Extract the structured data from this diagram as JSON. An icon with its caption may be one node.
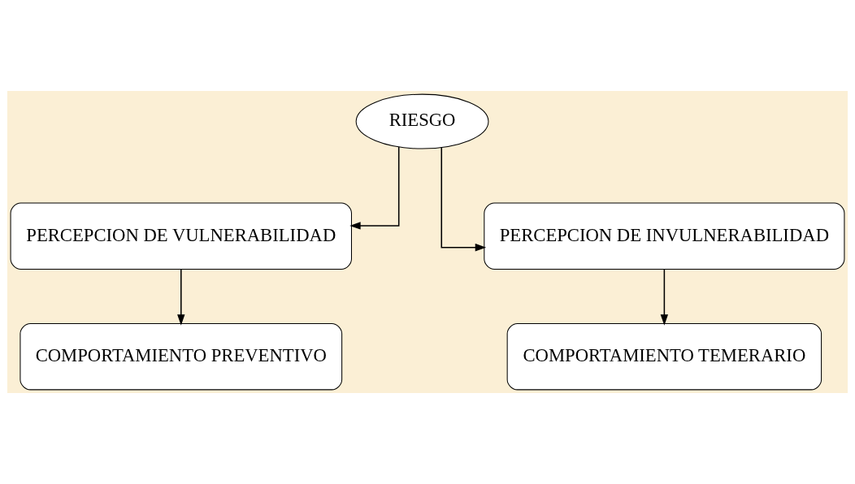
{
  "diagram": {
    "nodes": [
      {
        "text": [
          "RIESGO"
        ]
      },
      {
        "text": [
          "PERCEPCION DE VULNERABILIDAD"
        ]
      },
      {
        "text": [
          "PERCEPCION DE INVULNERABILIDAD"
        ]
      },
      {
        "text": [
          "COMPORTAMIENTO PREVENTIVO"
        ]
      },
      {
        "text": [
          "COMPORTAMIENTO TEMERARIO"
        ]
      }
    ],
    "edges": [
      {
        "from": 0,
        "to": 1,
        "arrow": "to"
      },
      {
        "from": 0,
        "to": 2,
        "arrow": "to"
      },
      {
        "from": 1,
        "to": 3,
        "arrow": "to"
      },
      {
        "from": 2,
        "to": 4,
        "arrow": "to"
      }
    ]
  }
}
